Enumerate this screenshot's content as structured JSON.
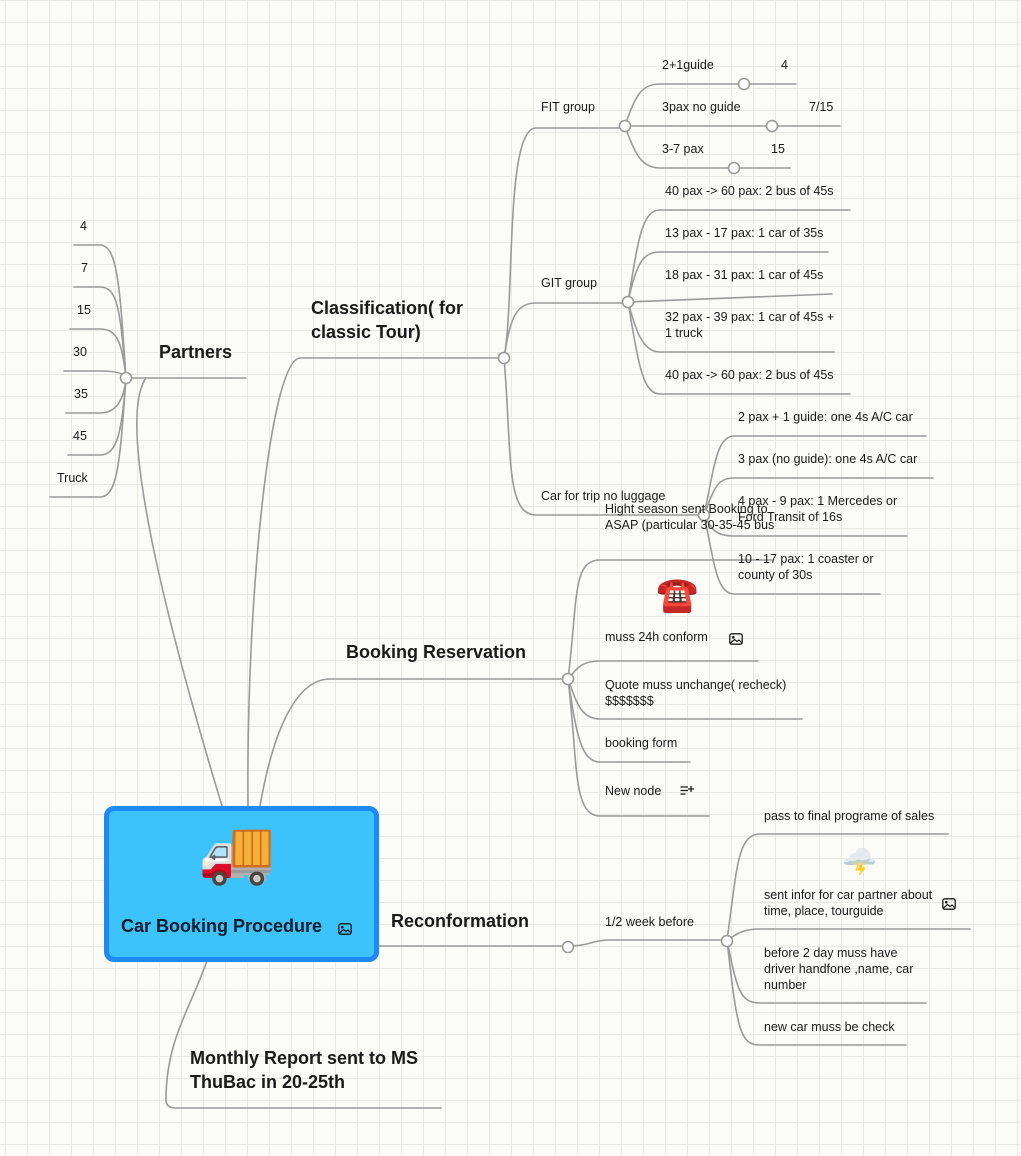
{
  "colors": {
    "line": "#9a9a9a",
    "root_fill": "#3cc3fb",
    "root_border": "#1e8bf5"
  },
  "root": {
    "title": "Car Booking Procedure",
    "icon": "truck-emoji"
  },
  "partners": {
    "label": "Partners",
    "items": [
      "4",
      "7",
      "15",
      "30",
      "35",
      "45",
      "Truck"
    ]
  },
  "classification": {
    "label": "Classification( for classic Tour)",
    "fit": {
      "label": "FIT group",
      "items": [
        {
          "label": "2+1guide",
          "value": "4"
        },
        {
          "label": "3pax no guide",
          "value": "7/15"
        },
        {
          "label": "3-7 pax",
          "value": "15"
        }
      ]
    },
    "git": {
      "label": "GIT group",
      "items": [
        "40 pax -> 60 pax: 2 bus of 45s",
        "13 pax - 17 pax: 1 car of 35s",
        "18 pax - 31 pax: 1 car of 45s",
        "32 pax - 39 pax: 1 car of 45s + 1 truck",
        "40 pax -> 60 pax: 2 bus of 45s"
      ]
    },
    "noluggage": {
      "label": "Car for trip no luggage",
      "items": [
        "2 pax + 1 guide: one 4s A/C car",
        "3 pax (no guide): one 4s A/C car",
        "4 pax - 9 pax: 1 Mercedes or Ford Transit of 16s",
        "10 - 17 pax: 1 coaster or county of 30s"
      ]
    }
  },
  "booking": {
    "label": "Booking Reservation",
    "items": [
      "Hight season sent Booking to ASAP (particular 30-35-45 bus",
      "muss 24h conform",
      "Quote muss unchange( recheck) $$$$$$$",
      "booking form",
      "New node"
    ]
  },
  "reconformation": {
    "label": "Reconformation",
    "when": "1/2 week before",
    "items": [
      "pass to final programe of sales",
      "sent infor for car partner about time, place, tourguide",
      "before 2 day muss have driver handfone ,name, car number",
      "new car muss be check"
    ]
  },
  "monthly": {
    "label": "Monthly Report sent to MS ThuBac in 20-25th"
  }
}
